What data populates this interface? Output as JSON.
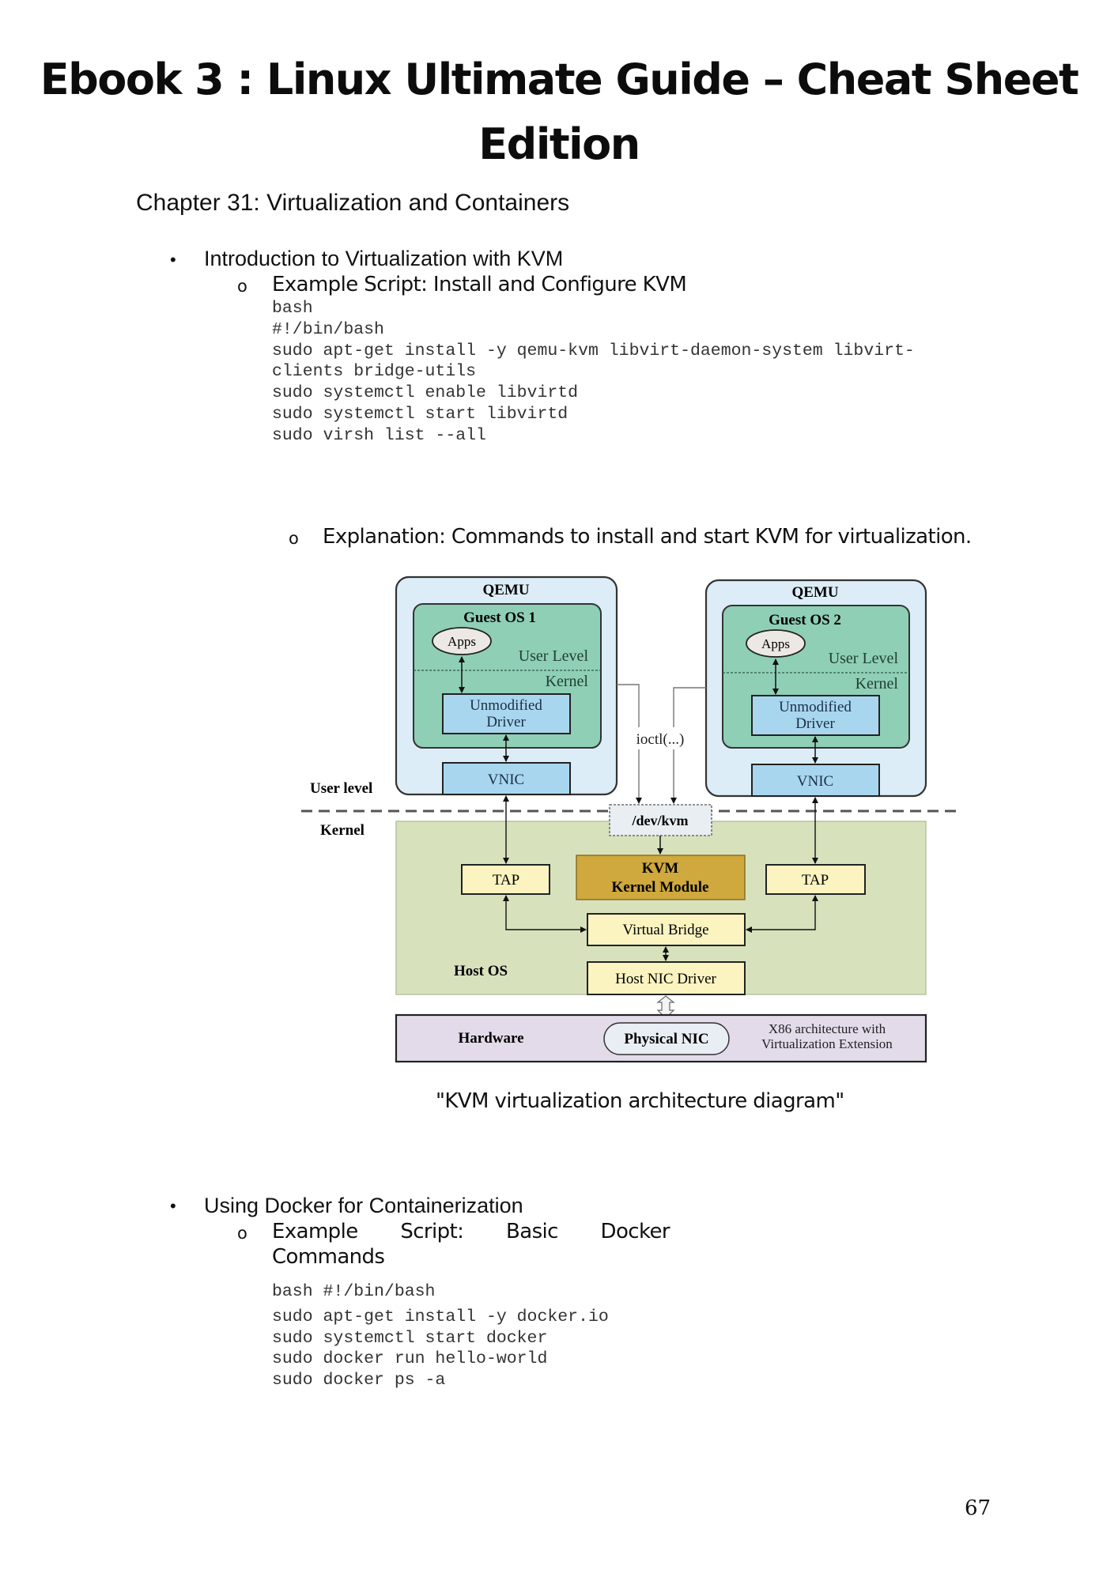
{
  "header": {
    "title_line1": "Ebook 3 : Linux Ultimate Guide – Cheat Sheet",
    "title_line2": "Edition"
  },
  "chapter": {
    "title": "Chapter 31: Virtualization and Containers"
  },
  "sections": [
    {
      "bullet": "•",
      "heading": "Introduction to Virtualization with KVM",
      "sub_marker": "o",
      "example_title": "Example Script: Install and Configure KVM",
      "code_lines": [
        "bash",
        "#!/bin/bash",
        "sudo apt-get install -y qemu-kvm libvirt-daemon-system libvirt-",
        "clients bridge-utils",
        "sudo systemctl enable libvirtd",
        "sudo systemctl start libvirtd",
        "sudo virsh list --all"
      ],
      "explanation_marker": "o",
      "explanation": "Explanation: Commands to install and start KVM for virtualization."
    },
    {
      "bullet": "•",
      "heading": "Using Docker for Containerization",
      "sub_marker": "o",
      "example_title_words": [
        "Example",
        "Script:",
        "Basic",
        "Docker"
      ],
      "example_title_line2": "Commands",
      "code_lines": [
        "bash #!/bin/bash",
        "sudo apt-get install -y docker.io",
        "sudo systemctl start docker",
        "sudo docker run hello-world",
        "sudo docker ps -a"
      ]
    }
  ],
  "diagram": {
    "caption": "\"KVM virtualization architecture diagram\"",
    "labels": {
      "qemu_1": "QEMU",
      "qemu_2": "QEMU",
      "guest_os_1": "Guest OS 1",
      "guest_os_2": "Guest OS 2",
      "apps_1": "Apps",
      "apps_2": "Apps",
      "user_level_inner_1": "User Level",
      "user_level_inner_2": "User Level",
      "kernel_inner_1": "Kernel",
      "kernel_inner_2": "Kernel",
      "driver_1_line1": "Unmodified",
      "driver_1_line2": "Driver",
      "driver_2_line1": "Unmodified",
      "driver_2_line2": "Driver",
      "vnic_1": "VNIC",
      "vnic_2": "VNIC",
      "ioctl": "ioctl(...)",
      "user_level": "User level",
      "kernel": "Kernel",
      "dev_kvm": "/dev/kvm",
      "tap_1": "TAP",
      "tap_2": "TAP",
      "kvm_line1": "KVM",
      "kvm_line2": "Kernel Module",
      "virtual_bridge": "Virtual Bridge",
      "host_os": "Host OS",
      "host_nic_driver": "Host NIC Driver",
      "hardware": "Hardware",
      "physical_nic": "Physical NIC",
      "x86_line1": "X86 architecture with",
      "x86_line2": "Virtualization Extension"
    },
    "colors": {
      "qemu_fill": "#dcedf7",
      "guest_fill": "#8fcfb5",
      "driver_fill": "#a9d6ef",
      "host_fill": "#d7e2bd",
      "tap_fill": "#fbf4c0",
      "kvm_fill": "#cfa83e",
      "hardware_fill": "#e3dbea",
      "devkvm_fill": "#e9eef2"
    }
  },
  "footer": {
    "page_number": "67"
  }
}
